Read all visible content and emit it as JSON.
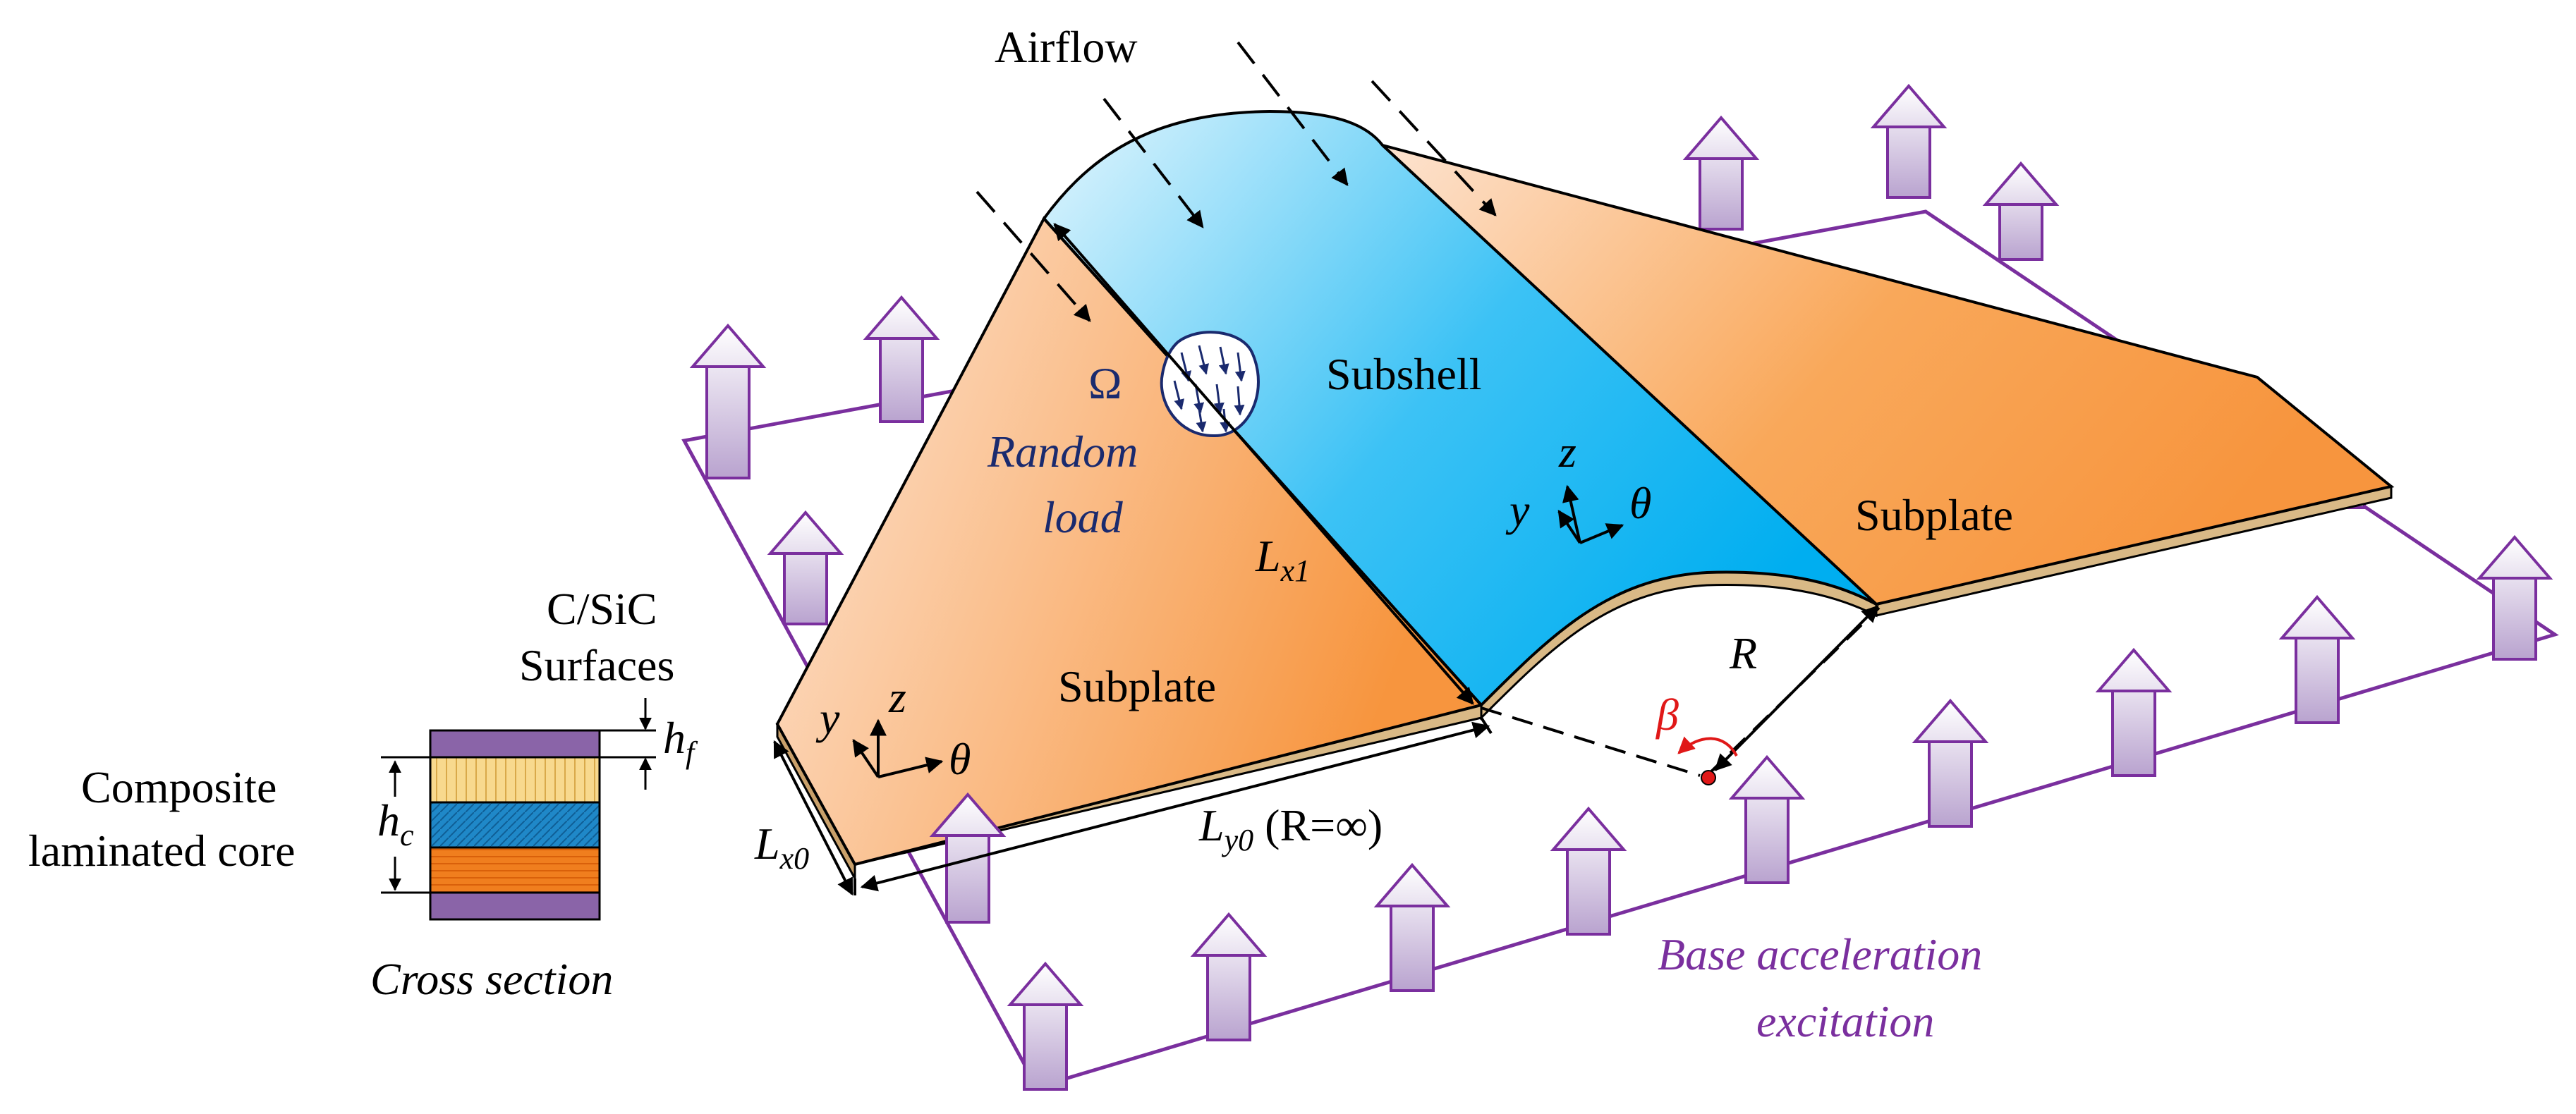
{
  "labels": {
    "airflow": "Airflow",
    "subshell": "Subshell",
    "subplate_left": "Subplate",
    "subplate_right": "Subplate",
    "omega": "Ω",
    "random_load_line1": "Random",
    "random_load_line2": "load",
    "base_line1": "Base acceleration",
    "base_line2": "excitation",
    "csic_line1": "C/SiC",
    "csic_line2": "Surfaces",
    "composite_line1": "Composite",
    "composite_line2": "laminated core",
    "cross_section": "Cross section",
    "R": "R",
    "beta": "β",
    "Lx1_main": "L",
    "Lx1_sub": "x1",
    "Lx0_main": "L",
    "Lx0_sub": "x0",
    "Ly0_main": "L",
    "Ly0_sub": "y0",
    "Ly0_suffix": " (R=∞)",
    "hf_main": "h",
    "hf_sub": "f",
    "hc_main": "h",
    "hc_sub": "c",
    "axis_z": "z",
    "axis_y": "y",
    "axis_theta": "θ"
  },
  "colors": {
    "subplate_dark": "#f7953e",
    "subplate_light": "#fde6d6",
    "shell_light": "#e4f6fd",
    "shell_dark": "#00aef0",
    "base_frame": "#7a2f9e",
    "arrow_fill_top": "#ffffff",
    "arrow_fill_bottom": "#b9a3cf",
    "load_arrow": "#1a2a6e",
    "beta": "#e01818",
    "layer_purple": "#8a64a8",
    "layer_yellow": "#f8d98e",
    "layer_blue": "#1f88c8",
    "layer_orange": "#f07e1e"
  }
}
